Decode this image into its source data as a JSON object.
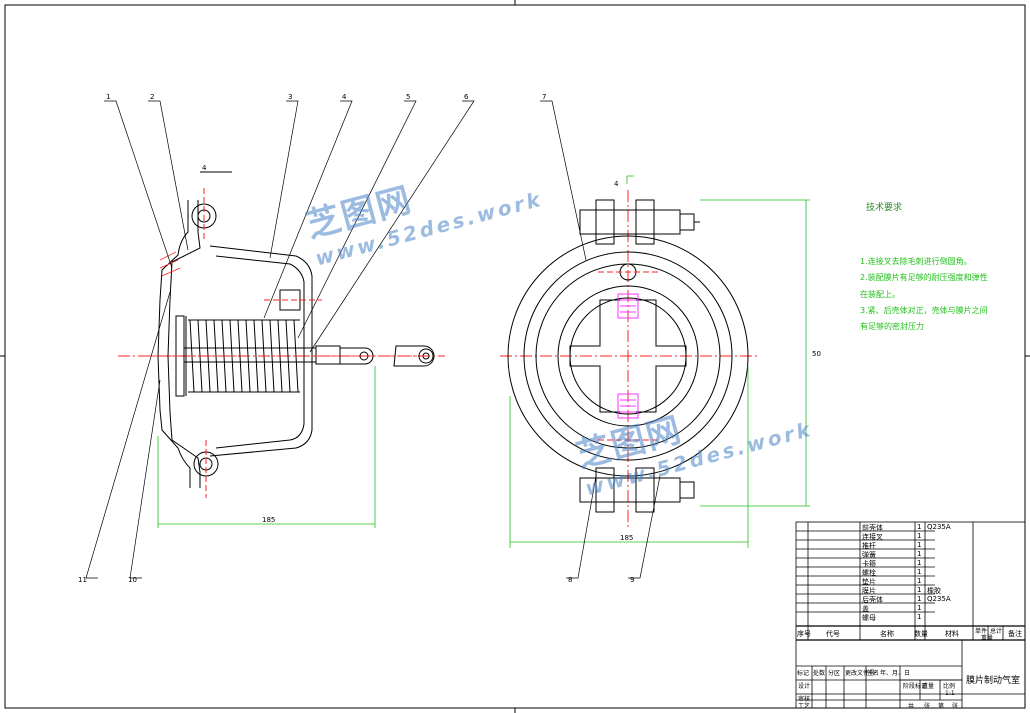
{
  "balloons": [
    "1",
    "2",
    "3",
    "4",
    "5",
    "6",
    "7",
    "8",
    "9",
    "10",
    "11"
  ],
  "dimensions": {
    "width_left": "185",
    "width_right": "185",
    "height_right": "50"
  },
  "section_mark": "4",
  "tech_requirements": {
    "title": "技术要求",
    "notes": [
      "1.连接叉去除毛刺进行倒圆角。",
      "2.装配膜片有足够的耐压强度和弹性",
      "在装配上。",
      "3.紧、后壳体对正，壳体与膜片之间",
      "有足够的密封压力"
    ]
  },
  "title_block": {
    "drawing_title": "膜片制动气室",
    "header": [
      "序号",
      "代号",
      "名称",
      "数量",
      "材料",
      "单件",
      "总计",
      "备注"
    ],
    "header_sub": "重量",
    "rows": [
      {
        "no": "",
        "code": "",
        "name": "前壳体",
        "qty": "1",
        "material": "Q235A"
      },
      {
        "no": "",
        "code": "",
        "name": "连接叉",
        "qty": "1",
        "material": ""
      },
      {
        "no": "",
        "code": "",
        "name": "推杆",
        "qty": "1",
        "material": ""
      },
      {
        "no": "",
        "code": "",
        "name": "弹簧",
        "qty": "1",
        "material": ""
      },
      {
        "no": "",
        "code": "",
        "name": "卡箍",
        "qty": "1",
        "material": ""
      },
      {
        "no": "",
        "code": "",
        "name": "螺栓",
        "qty": "1",
        "material": ""
      },
      {
        "no": "",
        "code": "",
        "name": "垫片",
        "qty": "1",
        "material": ""
      },
      {
        "no": "",
        "code": "",
        "name": "膜片",
        "qty": "1",
        "material": "橡胶"
      },
      {
        "no": "",
        "code": "",
        "name": "后壳体",
        "qty": "1",
        "material": "Q235A"
      },
      {
        "no": "",
        "code": "",
        "name": "盖",
        "qty": "1",
        "material": ""
      },
      {
        "no": "",
        "code": "",
        "name": "螺母",
        "qty": "1",
        "material": ""
      }
    ],
    "sign_labels": [
      "标记",
      "处数",
      "分区",
      "更改文件号",
      "签名",
      "年、月、日"
    ],
    "sign_rows": [
      "设计",
      "审核",
      "工艺"
    ],
    "stage_labels": [
      "阶段标记",
      "重量",
      "比例"
    ],
    "scale": "1:1",
    "sheet_labels": [
      "共",
      "张",
      "第",
      "张"
    ]
  },
  "watermark": {
    "cn": "芝图网",
    "en": "www.52des.work"
  },
  "colors": {
    "outline": "#000000",
    "hidden": "#ff2020",
    "dim": "#22c01c",
    "thread": "#ff33ff",
    "watermark": "#4d84c9"
  }
}
